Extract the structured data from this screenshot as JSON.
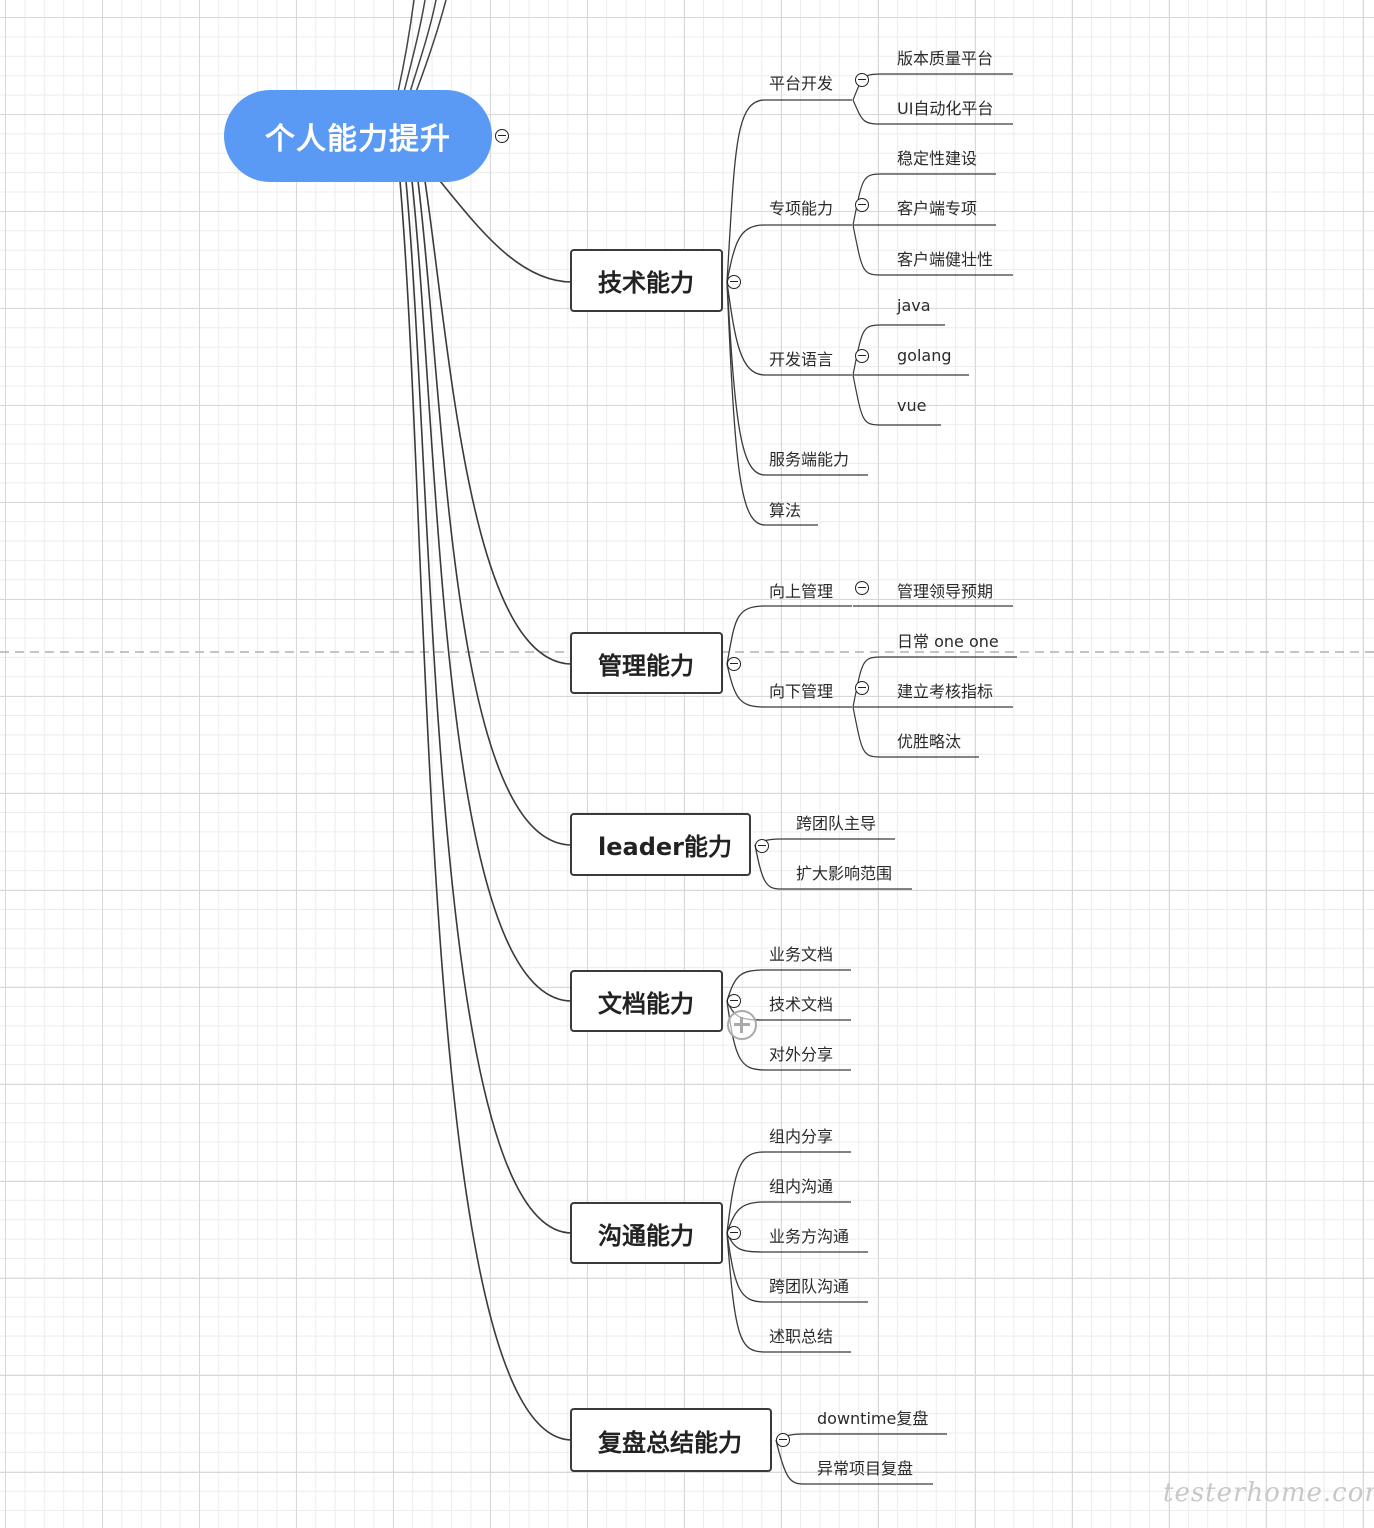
{
  "root": "个人能力提升",
  "branches": [
    {
      "label": "技术能力",
      "children": [
        {
          "label": "平台开发",
          "children": [
            "版本质量平台",
            "UI自动化平台"
          ]
        },
        {
          "label": "专项能力",
          "children": [
            "稳定性建设",
            "客户端专项",
            "客户端健壮性"
          ]
        },
        {
          "label": "开发语言",
          "children": [
            "java",
            "golang",
            "vue"
          ]
        },
        {
          "label": "服务端能力"
        },
        {
          "label": "算法"
        }
      ]
    },
    {
      "label": "管理能力",
      "children": [
        {
          "label": "向上管理",
          "children": [
            "管理领导预期"
          ]
        },
        {
          "label": "向下管理",
          "children": [
            "日常 one one",
            "建立考核指标",
            "优胜略汰"
          ]
        }
      ]
    },
    {
      "label": "leader能力",
      "children": [
        {
          "label": "跨团队主导"
        },
        {
          "label": "扩大影响范围"
        }
      ]
    },
    {
      "label": "文档能力",
      "children": [
        {
          "label": "业务文档"
        },
        {
          "label": "技术文档"
        },
        {
          "label": "对外分享"
        }
      ]
    },
    {
      "label": "沟通能力",
      "children": [
        {
          "label": "组内分享"
        },
        {
          "label": "组内沟通"
        },
        {
          "label": "业务方沟通"
        },
        {
          "label": "跨团队沟通"
        },
        {
          "label": "述职总结"
        }
      ]
    },
    {
      "label": "复盘总结能力",
      "children": [
        {
          "label": "downtime复盘"
        },
        {
          "label": "异常项目复盘"
        }
      ]
    }
  ],
  "watermark": "testerhome.com",
  "colors": {
    "root_fill": "#5a9af5",
    "line": "#3a3a3a"
  }
}
